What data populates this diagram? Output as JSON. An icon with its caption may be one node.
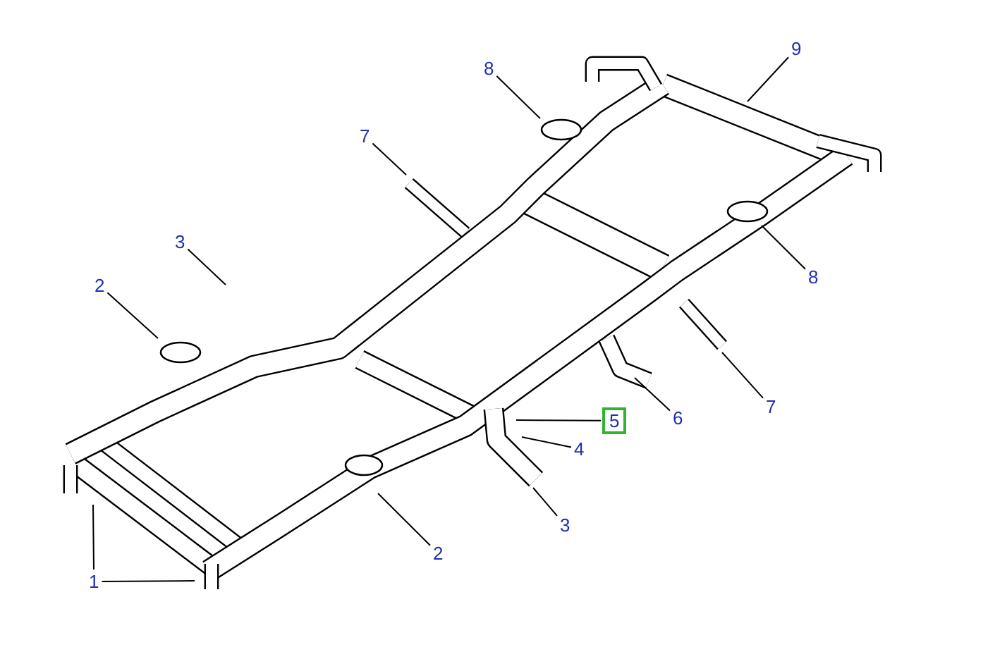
{
  "diagram": {
    "nodes": [
      {
        "text": [
          "9"
        ]
      },
      {
        "text": [
          "8"
        ]
      },
      {
        "text": [
          "7"
        ]
      },
      {
        "text": [
          "3"
        ]
      },
      {
        "text": [
          "8"
        ]
      },
      {
        "text": [
          "2"
        ]
      },
      {
        "text": [
          "7"
        ]
      },
      {
        "text": [
          "6"
        ]
      },
      {
        "text": [
          "5"
        ]
      },
      {
        "text": [
          "4"
        ]
      },
      {
        "text": [
          "3"
        ]
      },
      {
        "text": [
          "2"
        ]
      },
      {
        "text": [
          "1"
        ]
      }
    ],
    "edges": [
      {
        "from": 0,
        "to": null,
        "arrow": "none"
      },
      {
        "from": 1,
        "to": null,
        "arrow": "none"
      },
      {
        "from": 2,
        "to": null,
        "arrow": "none"
      },
      {
        "from": 3,
        "to": null,
        "arrow": "none"
      },
      {
        "from": 4,
        "to": null,
        "arrow": "none"
      },
      {
        "from": 5,
        "to": null,
        "arrow": "none"
      },
      {
        "from": 6,
        "to": null,
        "arrow": "none"
      },
      {
        "from": 7,
        "to": null,
        "arrow": "none"
      },
      {
        "from": 8,
        "to": null,
        "arrow": "none"
      },
      {
        "from": 9,
        "to": null,
        "arrow": "none"
      },
      {
        "from": 10,
        "to": null,
        "arrow": "none"
      },
      {
        "from": 11,
        "to": null,
        "arrow": "none"
      },
      {
        "from": 12,
        "to": null,
        "arrow": "none"
      },
      {
        "from": 12,
        "to": null,
        "arrow": "none"
      }
    ]
  }
}
